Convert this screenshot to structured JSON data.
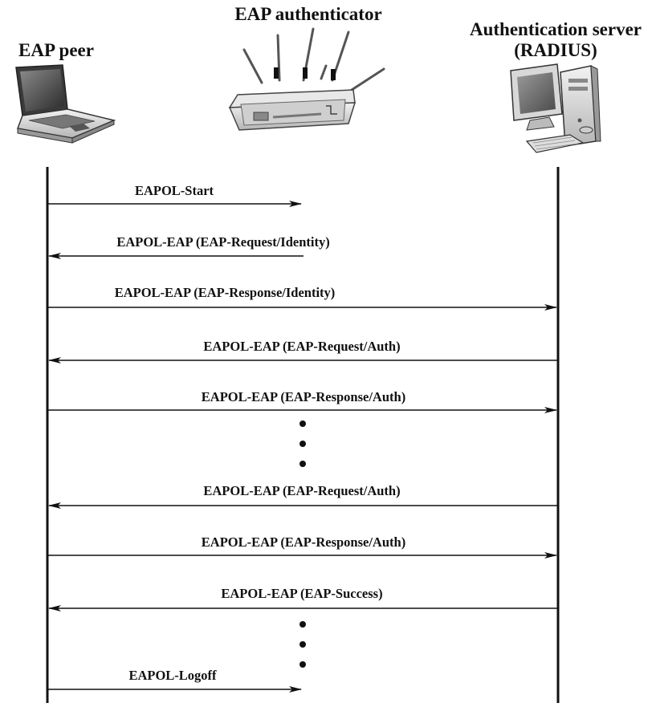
{
  "participants": {
    "peer": {
      "label": "EAP peer",
      "icon": "laptop-icon"
    },
    "authenticator": {
      "label": "EAP authenticator",
      "icon": "wireless-router-icon"
    },
    "server": {
      "label_line1": "Authentication server",
      "label_line2": "(RADIUS)",
      "icon": "desktop-computer-icon"
    }
  },
  "messages": [
    {
      "label": "EAPOL-Start",
      "from": "peer",
      "to": "authenticator"
    },
    {
      "label": "EAPOL-EAP (EAP-Request/Identity)",
      "from": "authenticator",
      "to": "peer"
    },
    {
      "label": "EAPOL-EAP (EAP-Response/Identity)",
      "from": "peer",
      "to": "server"
    },
    {
      "label": "EAPOL-EAP (EAP-Request/Auth)",
      "from": "server",
      "to": "peer"
    },
    {
      "label": "EAPOL-EAP (EAP-Response/Auth)",
      "from": "peer",
      "to": "server"
    },
    {
      "label": "EAPOL-EAP (EAP-Request/Auth)",
      "from": "server",
      "to": "peer"
    },
    {
      "label": "EAPOL-EAP (EAP-Response/Auth)",
      "from": "peer",
      "to": "server"
    },
    {
      "label": "EAPOL-EAP (EAP-Success)",
      "from": "server",
      "to": "peer"
    },
    {
      "label": "EAPOL-Logoff",
      "from": "peer",
      "to": "authenticator"
    }
  ],
  "colors": {
    "line": "#111111",
    "text": "#111111"
  }
}
